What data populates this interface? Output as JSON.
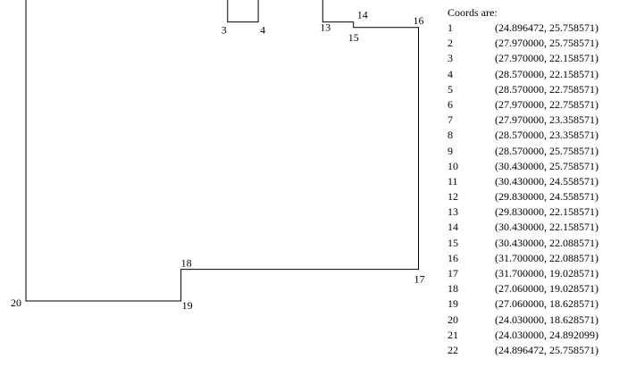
{
  "coords_title": "Coords are:",
  "points": [
    {
      "label": "1",
      "x": 24.896472,
      "y": 25.758571,
      "text": "(24.896472, 25.758571)"
    },
    {
      "label": "2",
      "x": 27.97,
      "y": 25.758571,
      "text": "(27.970000, 25.758571)"
    },
    {
      "label": "3",
      "x": 27.97,
      "y": 22.158571,
      "text": "(27.970000, 22.158571)"
    },
    {
      "label": "4",
      "x": 28.57,
      "y": 22.158571,
      "text": "(28.570000, 22.158571)"
    },
    {
      "label": "5",
      "x": 28.57,
      "y": 22.758571,
      "text": "(28.570000, 22.758571)"
    },
    {
      "label": "6",
      "x": 27.97,
      "y": 22.758571,
      "text": "(27.970000, 22.758571)"
    },
    {
      "label": "7",
      "x": 27.97,
      "y": 23.358571,
      "text": "(27.970000, 23.358571)"
    },
    {
      "label": "8",
      "x": 28.57,
      "y": 23.358571,
      "text": "(28.570000, 23.358571)"
    },
    {
      "label": "9",
      "x": 28.57,
      "y": 25.758571,
      "text": "(28.570000, 25.758571)"
    },
    {
      "label": "10",
      "x": 30.43,
      "y": 25.758571,
      "text": "(30.430000, 25.758571)"
    },
    {
      "label": "11",
      "x": 30.43,
      "y": 24.558571,
      "text": "(30.430000, 24.558571)"
    },
    {
      "label": "12",
      "x": 29.83,
      "y": 24.558571,
      "text": "(29.830000, 24.558571)"
    },
    {
      "label": "13",
      "x": 29.83,
      "y": 22.158571,
      "text": "(29.830000, 22.158571)"
    },
    {
      "label": "14",
      "x": 30.43,
      "y": 22.158571,
      "text": "(30.430000, 22.158571)"
    },
    {
      "label": "15",
      "x": 30.43,
      "y": 22.088571,
      "text": "(30.430000, 22.088571)"
    },
    {
      "label": "16",
      "x": 31.7,
      "y": 22.088571,
      "text": "(31.700000, 22.088571)"
    },
    {
      "label": "17",
      "x": 31.7,
      "y": 19.028571,
      "text": "(31.700000, 19.028571)"
    },
    {
      "label": "18",
      "x": 27.06,
      "y": 19.028571,
      "text": "(27.060000, 19.028571)"
    },
    {
      "label": "19",
      "x": 27.06,
      "y": 18.628571,
      "text": "(27.060000, 18.628571)"
    },
    {
      "label": "20",
      "x": 24.03,
      "y": 18.628571,
      "text": "(24.030000, 18.628571)"
    },
    {
      "label": "21",
      "x": 24.03,
      "y": 24.892099,
      "text": "(24.030000, 24.892099)"
    },
    {
      "label": "22",
      "x": 24.896472,
      "y": 25.758571,
      "text": "(24.896472, 25.758571)"
    }
  ],
  "line_color": "#000000"
}
